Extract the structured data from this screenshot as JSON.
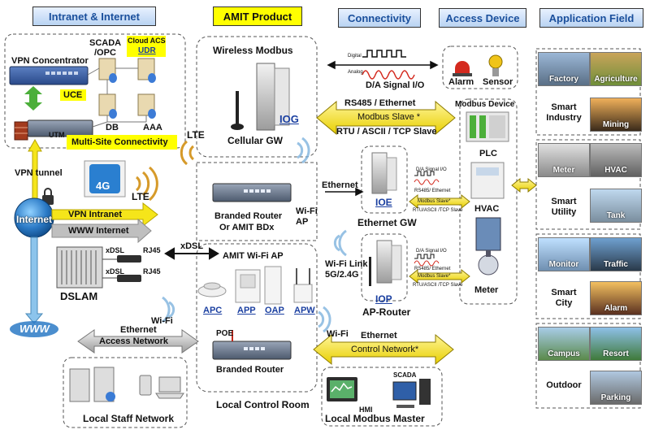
{
  "headers": {
    "intranet": "Intranet & Internet",
    "amit": "AMIT Product",
    "connectivity": "Connectivity",
    "access": "Access Device",
    "application": "Application Field"
  },
  "intranet": {
    "scada": "SCADA",
    "opc": "/OPC",
    "cloud_acs": "Cloud ACS",
    "udr": "UDR",
    "vpn_concentrator": "VPN Concentrator",
    "uce": "UCE",
    "utm": "UTM",
    "db": "DB",
    "aaa": "AAA",
    "multisite": "Multi-Site Connectivity",
    "lte_top": "LTE",
    "vpn_tunnel": "VPN tunnel",
    "lte_4g": "4G",
    "lte": "LTE",
    "internet": "Internet",
    "vpn_intranet": "VPN Intranet",
    "www_internet": "WWW Internet",
    "xdsl_a": "xDSL",
    "rj45_a": "RJ45",
    "xdsl_b": "xDSL",
    "rj45_b": "RJ45",
    "xdsl_link": "xDSL",
    "dslam": "DSLAM",
    "www": "WWW",
    "wifi": "Wi-Fi",
    "ethernet": "Ethernet",
    "access_network": "Access Network",
    "local_staff": "Local Staff Network"
  },
  "amit": {
    "wireless_modbus": "Wireless Modbus",
    "iog": "IOG",
    "cellular_gw": "Cellular GW",
    "branded_router_bdx_1": "Branded Router",
    "branded_router_bdx_2": "Or AMIT BDx",
    "wifi_ap_label": "Wi-Fi",
    "wifi_ap_label2": "AP",
    "wifi_ap_title": "AMIT Wi-Fi AP",
    "apc": "APC",
    "app": "APP",
    "oap": "OAP",
    "apw": "APW",
    "poe": "POE",
    "branded_router": "Branded Router",
    "local_control_room": "Local Control Room"
  },
  "connectivity": {
    "signal_top": "Digital",
    "signal_bottom": "Analog",
    "da_signal": "D/A Signal I/O",
    "rs485": "RS485 / Ethernet",
    "modbus_slave": "Modbus Slave *",
    "rtu": "RTU / ASCII / TCP Slave",
    "ethernet": "Ethernet",
    "da_small_1": "D/A Signal I/O",
    "rs485_small_1": "RS485/ Ethernet",
    "modbus_small_1": "Modbus Slave*",
    "rtu_small_1": "RTU/ASCII /TCP Slave",
    "ioe": "IOE",
    "ethernet_gw": "Ethernet GW",
    "wifi_link_1": "Wi-Fi Link",
    "wifi_link_2": "5G/2.4G",
    "da_small_2": "D/A Signal I/O",
    "rs485_small_2": "RS485/ Ethernet",
    "modbus_small_2": "Modbus Slave*",
    "rtu_small_2": "RTU/ASCII /TCP Slave",
    "iop": "IOP",
    "ap_router": "AP-Router",
    "wifi": "Wi-Fi",
    "ethernet_bottom": "Ethernet",
    "control_network": "Control Network*",
    "scada": "SCADA",
    "hmi": "HMI",
    "local_modbus_master": "Local Modbus Master"
  },
  "access": {
    "alarm": "Alarm",
    "sensor": "Sensor",
    "modbus_device": "Modbus Device",
    "plc": "PLC",
    "hvac": "HVAC",
    "meter": "Meter"
  },
  "fields": [
    {
      "name": "Smart Industry",
      "tiles": [
        "Factory",
        "Agriculture",
        "",
        "Mining"
      ]
    },
    {
      "name": "Smart Utility",
      "tiles": [
        "Meter",
        "HVAC",
        "",
        "Tank"
      ]
    },
    {
      "name": "Smart City",
      "tiles": [
        "Monitor",
        "Traffic",
        "",
        "Alarm"
      ]
    },
    {
      "name": "Outdoor",
      "tiles": [
        "Campus",
        "Resort",
        "",
        "Parking"
      ]
    }
  ],
  "field_labels": {
    "f0a": "Smart",
    "f0b": "Industry",
    "f1a": "Smart",
    "f1b": "Utility",
    "f2a": "Smart",
    "f2b": "City",
    "f3a": "Outdoor"
  },
  "colors": {
    "header_text": "#1a4f9c",
    "yellow": "#ffff00",
    "arrow_yellow": "#f5e51a",
    "arrow_green": "#4caf3a",
    "arrow_gray": "#bfbfbf",
    "product_blue": "#1a3fa0"
  }
}
